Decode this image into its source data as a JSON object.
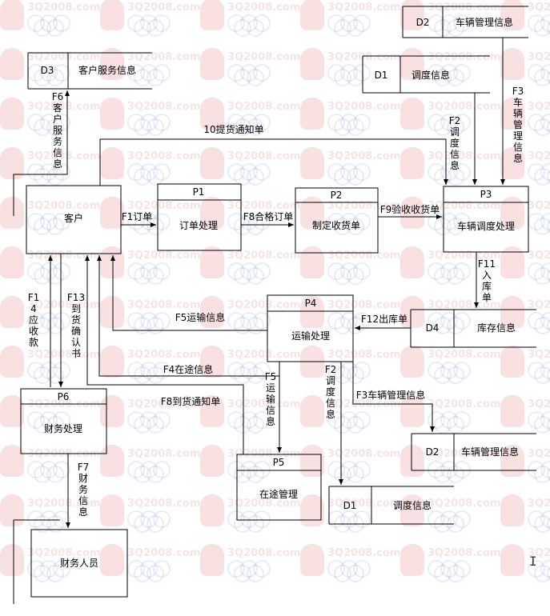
{
  "watermark": {
    "site": "3Q2008.com"
  },
  "processes": {
    "customer": "客户",
    "p1": {
      "id": "P1",
      "name": "订单处理"
    },
    "p2": {
      "id": "P2",
      "name": "制定收货单"
    },
    "p3": {
      "id": "P3",
      "name": "车辆调度处理"
    },
    "p4": {
      "id": "P4",
      "name": "运输处理"
    },
    "p5": {
      "id": "P5",
      "name": "在途管理"
    },
    "p6": {
      "id": "P6",
      "name": "财务处理"
    },
    "finance_staff": "财务人员"
  },
  "stores": {
    "d2_top": {
      "id": "D2",
      "name": "车辆管理信息"
    },
    "d1_top": {
      "id": "D1",
      "name": "调度信息"
    },
    "d3": {
      "id": "D3",
      "name": "客户服务信息"
    },
    "d4": {
      "id": "D4",
      "name": "库存信息"
    },
    "d2_bottom": {
      "id": "D2",
      "name": "车辆管理信息"
    },
    "d1_bottom": {
      "id": "D1",
      "name": "调度信息"
    }
  },
  "flows": {
    "f10": "10提货通知单",
    "f1": "F1订单",
    "f8_order": "F8合格订单",
    "f9": "F9验收收货单",
    "f12": "F12出库单",
    "f5_transport": "F5运输信息",
    "f4": "F4在途信息",
    "f8_arrival": "F8到货通知单",
    "f3_mid": "F3车辆管理信息",
    "f6_v": [
      "F6",
      "客",
      "户",
      "服",
      "务",
      "信",
      "息"
    ],
    "f2_v": [
      "F2",
      "调",
      "度",
      "信",
      "息"
    ],
    "f3_v": [
      "F3",
      "车",
      "辆",
      "管",
      "理",
      "信",
      "息"
    ],
    "f11_v": [
      "F11",
      "入",
      "库",
      "单"
    ],
    "f14_v": [
      "F1",
      "4",
      "应",
      "收",
      "款"
    ],
    "f13_v": [
      "F13",
      "到",
      "货",
      "确",
      "认",
      "书"
    ],
    "f5_v": [
      "F5",
      "运",
      "输",
      "信",
      "息"
    ],
    "f2b_v": [
      "F2",
      "调",
      "度",
      "信",
      "息"
    ],
    "f7_v": [
      "F7",
      "财",
      "务",
      "信",
      "息"
    ]
  }
}
